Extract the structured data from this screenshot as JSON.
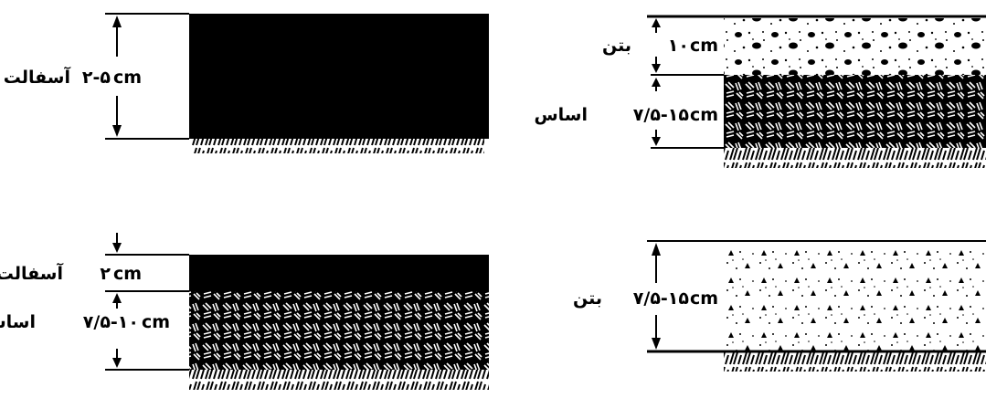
{
  "unit": "cm",
  "panels": [
    {
      "id": "top-left",
      "layers": [
        {
          "material": "آسفالت",
          "thickness": "۲-۵"
        }
      ]
    },
    {
      "id": "top-right",
      "layers": [
        {
          "material": "بتن",
          "thickness": "۱۰"
        },
        {
          "material": "اساس",
          "thickness": "۷/۵-۱۵"
        }
      ]
    },
    {
      "id": "bottom-left",
      "layers": [
        {
          "material": "آسفالت",
          "thickness": "۲"
        },
        {
          "material": "اساس",
          "thickness": "۷/۵-۱۰"
        }
      ]
    },
    {
      "id": "bottom-right",
      "layers": [
        {
          "material": "بتن",
          "thickness": "۷/۵-۱۵"
        }
      ]
    }
  ]
}
